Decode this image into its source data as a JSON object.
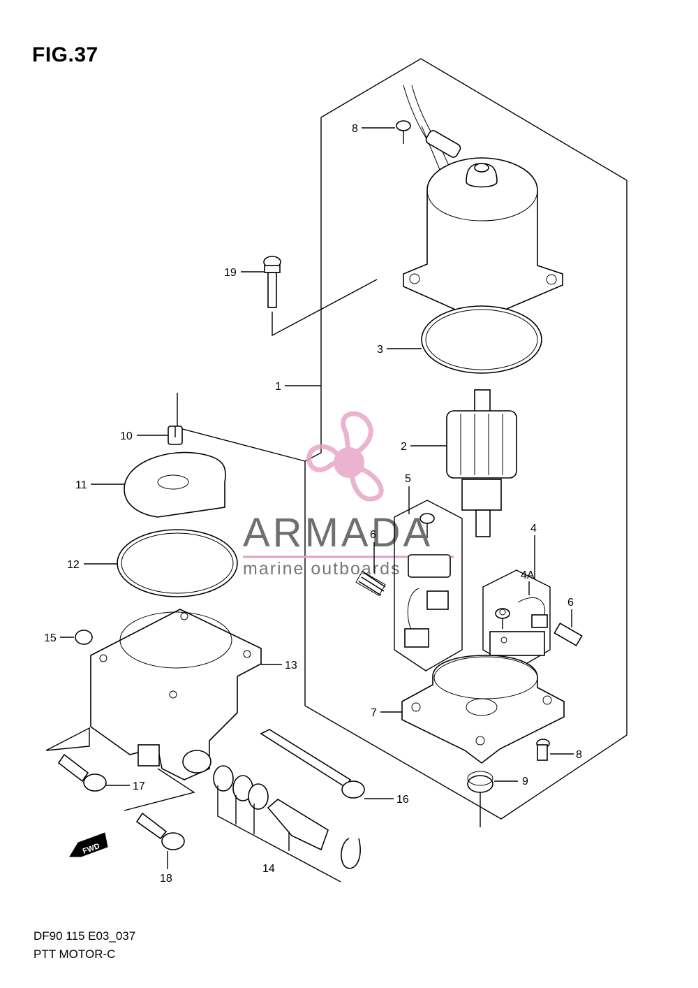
{
  "figure": {
    "title": "FIG.37",
    "model_code": "DF90 115 E03_037",
    "diagram_name": "PTT MOTOR-C"
  },
  "watermark": {
    "brand": "ARMADA",
    "tagline": "marine outboards",
    "accent_color": "#e6a1c5"
  },
  "direction_marker": "FWD",
  "callouts": [
    "1",
    "2",
    "3",
    "4",
    "4A",
    "5",
    "6",
    "6",
    "7",
    "8",
    "8",
    "9",
    "10",
    "11",
    "12",
    "13",
    "14",
    "15",
    "16",
    "17",
    "18",
    "19"
  ]
}
